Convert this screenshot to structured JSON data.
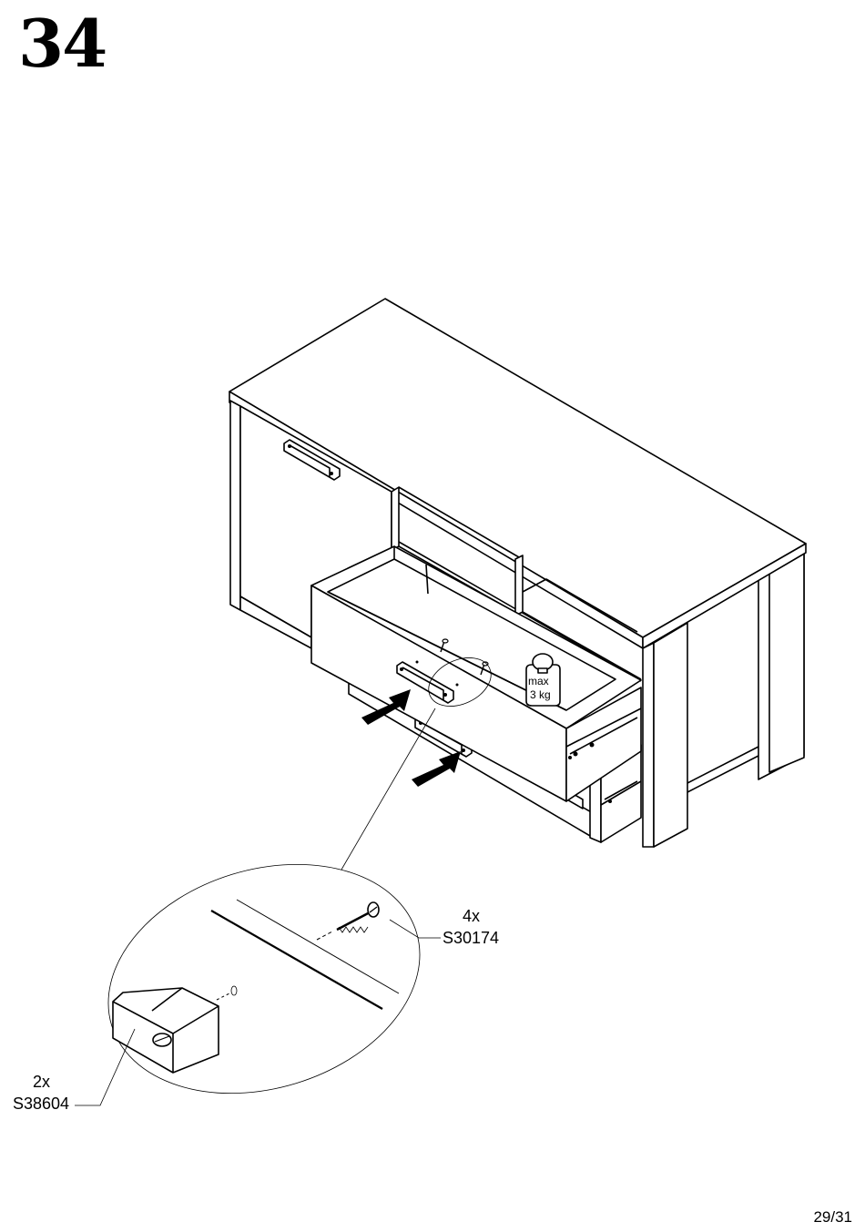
{
  "step": {
    "number": "34"
  },
  "weight_limit": {
    "line1": "max",
    "line2": "3 kg"
  },
  "parts": [
    {
      "quantity": "4x",
      "code": "S30174"
    },
    {
      "quantity": "2x",
      "code": "S38604"
    }
  ],
  "footer": {
    "page": "29/31"
  }
}
